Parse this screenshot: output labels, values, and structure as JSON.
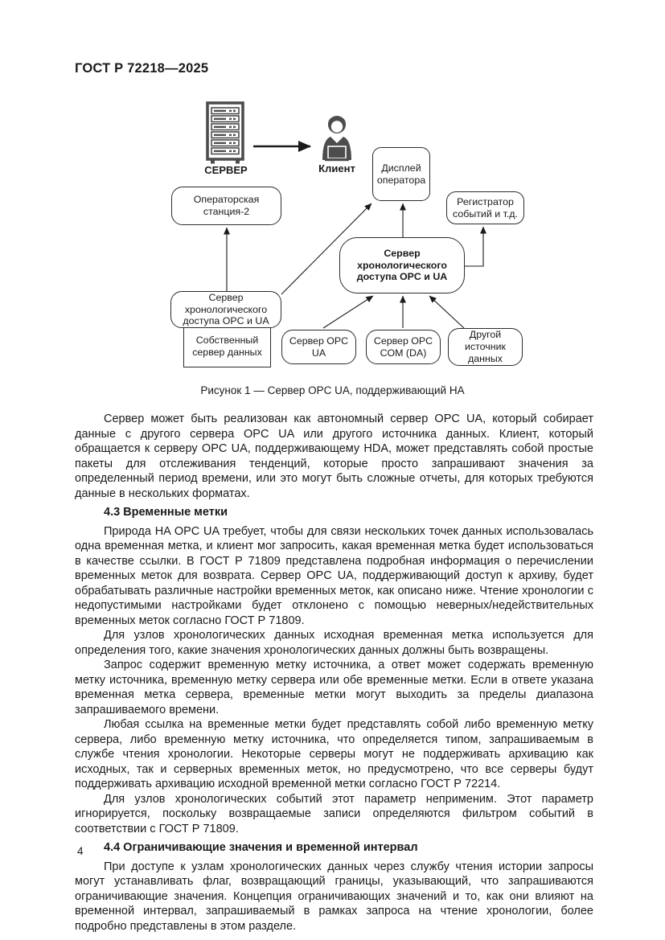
{
  "page": {
    "header": "ГОСТ Р 72218—2025",
    "page_number": "4"
  },
  "figure": {
    "caption": "Рисунок 1 — Сервер OPC UA, поддерживающий HA",
    "nodes": {
      "server_icon_label": "СЕРВЕР",
      "client_icon_label": "Клиент",
      "operator_station": "Операторская станция-2",
      "operator_display": "Дисплей оператора",
      "event_recorder": "Регистратор событий и т.д.",
      "hda_server_main": "Сервер хронологического доступа OPC и UA",
      "hda_server_left": "Сервер хронологического доступа OPC и UA",
      "own_data_server": "Собственный сервер данных",
      "opc_ua_server": "Сервер OPC UA",
      "opc_com_server": "Сервер OPC COM (DA)",
      "other_data_source": "Другой источник данных"
    }
  },
  "content": {
    "blocks": [
      {
        "type": "p",
        "text": "Сервер может быть реализован как автономный сервер OPC UA, который собирает данные с другого сервера OPC UA или другого источника данных. Клиент, который обращается к серверу OPC UA, поддерживающему HDA, может представлять собой простые пакеты для отслеживания тенденций, которые просто запрашивают значения за определенный период времени, или это могут быть сложные отчеты, для которых требуются данные в нескольких форматах."
      },
      {
        "type": "h",
        "text": "4.3 Временные метки"
      },
      {
        "type": "p",
        "text": "Природа HA OPC UA требует, чтобы для связи нескольких точек данных использовалась одна временная метка, и клиент мог запросить, какая временная метка будет использоваться в качестве ссылки. В ГОСТ Р 71809 представлена подробная информация о перечислении временных меток для возврата. Сервер OPC UA, поддерживающий доступ к архиву, будет обрабатывать различные настройки временных меток, как описано ниже. Чтение хронологии с недопустимыми настройками будет отклонено с помощью неверных/недействительных временных меток согласно ГОСТ Р 71809."
      },
      {
        "type": "p",
        "text": "Для узлов хронологических данных исходная временная метка используется для определения того, какие значения хронологических данных должны быть возвращены."
      },
      {
        "type": "p",
        "text": "Запрос содержит временную метку источника, а ответ может содержать временную метку источника, временную метку сервера или обе временные метки. Если в ответе указана временная метка сервера, временные метки могут выходить за пределы диапазона запрашиваемого времени."
      },
      {
        "type": "p",
        "text": "Любая ссылка на временные метки будет представлять собой либо временную метку сервера, либо временную метку источника, что определяется типом, запрашиваемым в службе чтения хронологии. Некоторые серверы могут не поддерживать архивацию как исходных, так и серверных временных меток, но предусмотрено, что все серверы будут поддерживать архивацию исходной временной метки согласно ГОСТ Р 72214."
      },
      {
        "type": "p",
        "text": "Для узлов хронологических событий этот параметр неприменим. Этот параметр игнорируется, поскольку возвращаемые записи определяются фильтром событий в соответствии с ГОСТ Р 71809."
      },
      {
        "type": "h",
        "text": "4.4 Ограничивающие значения и временной интервал"
      },
      {
        "type": "p",
        "text": "При доступе к узлам хронологических данных через службу чтения истории запросы могут устанавливать флаг, возвращающий границы, указывающий, что запрашиваются ограничивающие значения. Концепция ограничивающих значений и то, как они влияют на временной интервал, запрашиваемый в рамках запроса на чтение хронологии, более подробно представлены в этом разделе."
      }
    ]
  }
}
